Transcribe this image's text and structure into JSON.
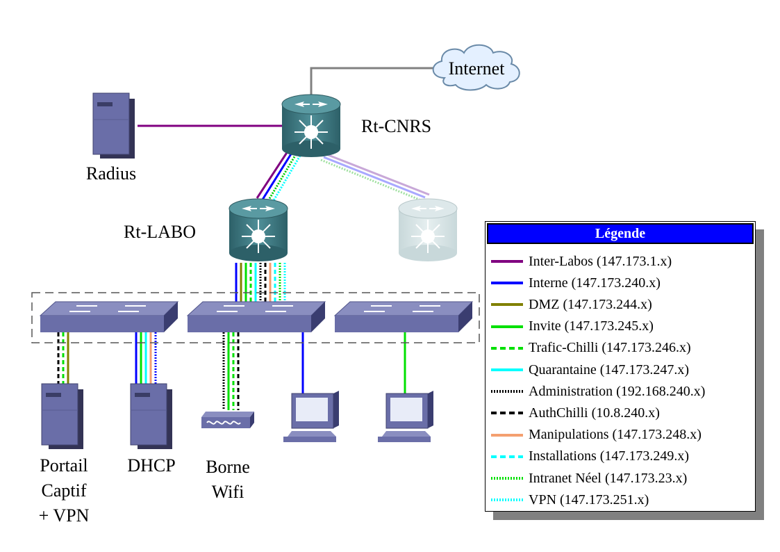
{
  "nodes": {
    "internet": "Internet",
    "rt_cnrs": "Rt-CNRS",
    "rt_labo": "Rt-LABO",
    "radius": "Radius",
    "portail": [
      "Portail",
      "Captif",
      "+ VPN"
    ],
    "dhcp": "DHCP",
    "borne": [
      "Borne",
      "Wifi"
    ]
  },
  "legend": {
    "title": "Légende",
    "items": [
      {
        "label": "Inter-Labos (147.173.1.x)",
        "color": "#800080",
        "style": "solid"
      },
      {
        "label": "Interne (147.173.240.x)",
        "color": "#0000ff",
        "style": "solid"
      },
      {
        "label": "DMZ (147.173.244.x)",
        "color": "#808000",
        "style": "solid"
      },
      {
        "label": "Invite (147.173.245.x)",
        "color": "#00e000",
        "style": "solid"
      },
      {
        "label": "Trafic-Chilli (147.173.246.x)",
        "color": "#00e000",
        "style": "dashed"
      },
      {
        "label": "Quarantaine (147.173.247.x)",
        "color": "#00ffff",
        "style": "solid"
      },
      {
        "label": "Administration (192.168.240.x)",
        "color": "#000000",
        "style": "dotted"
      },
      {
        "label": "AuthChilli (10.8.240.x)",
        "color": "#000000",
        "style": "dashed"
      },
      {
        "label": "Manipulations (147.173.248.x)",
        "color": "#f4a070",
        "style": "solid"
      },
      {
        "label": "Installations (147.173.249.x)",
        "color": "#00ffff",
        "style": "dashed"
      },
      {
        "label": "Intranet Néel (147.173.23.x)",
        "color": "#00e000",
        "style": "dotted"
      },
      {
        "label": "VPN (147.173.251.x)",
        "color": "#00ffff",
        "style": "dotted"
      }
    ]
  }
}
